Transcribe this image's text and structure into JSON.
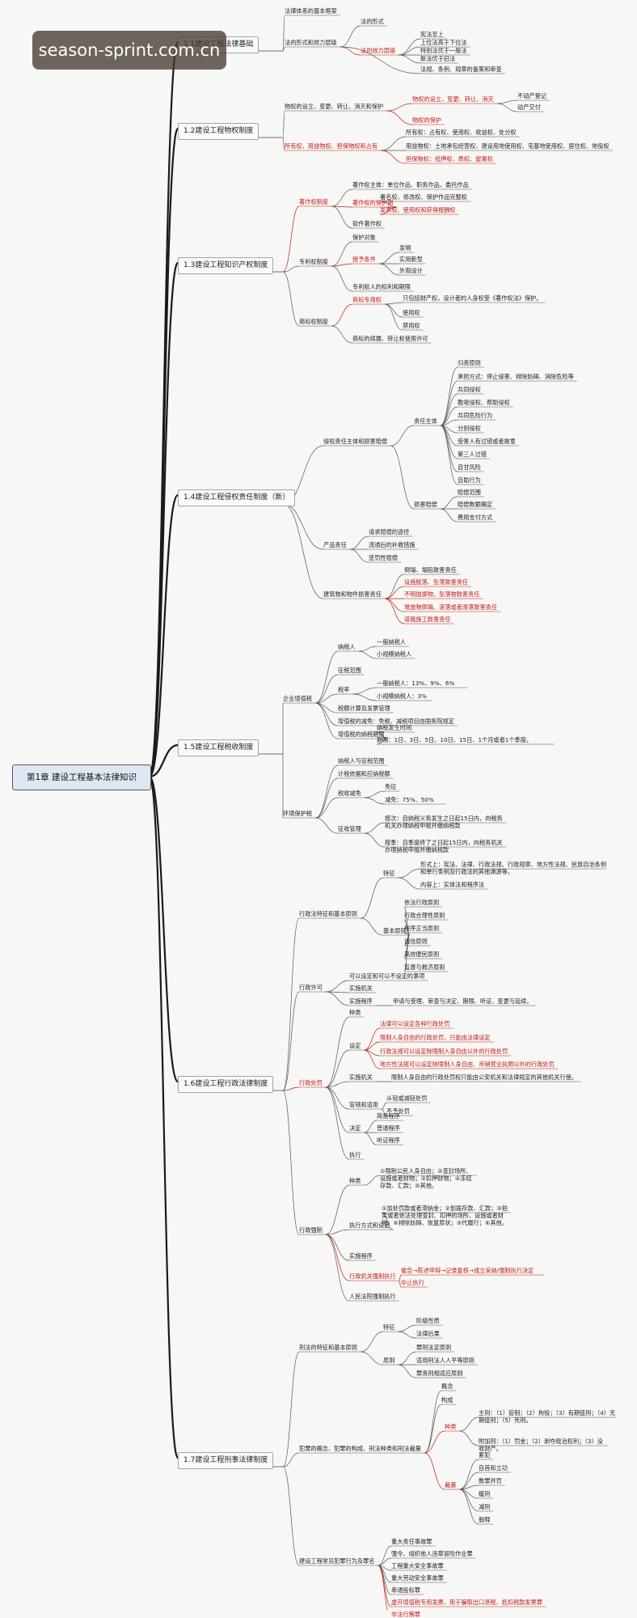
{
  "watermark": "season-sprint.com.cn",
  "root": "第1章  建设工程基本法律知识",
  "branches": [
    {
      "label": "1.1建设工程法律基础",
      "nodes": [
        {
          "t": "法律体系的基本框架"
        },
        {
          "t": "法的形式和效力层级"
        },
        {
          "t": "法的形式"
        },
        {
          "t": "法的效力层级",
          "red": true
        },
        {
          "t": "宪法至上"
        },
        {
          "t": "上位法高于下位法"
        },
        {
          "t": "特别法优于一般法"
        },
        {
          "t": "新法优于旧法"
        },
        {
          "t": "法规、条例、规章的备案和审查"
        }
      ]
    },
    {
      "label": "1.2建设工程物权制度",
      "nodes": [
        {
          "t": "物权的设立、变更、转让、消灭和保护"
        },
        {
          "t": "物权的设立、变更、转让、消灭",
          "red": true
        },
        {
          "t": "不动产登记"
        },
        {
          "t": "动产交付"
        },
        {
          "t": "物权的保护",
          "red": true
        },
        {
          "t": "所有权、用益物权、担保物权和占有",
          "red": true
        },
        {
          "t": "所有权：占有权、使用权、收益权、处分权"
        },
        {
          "t": "用益物权：土地承包经营权、建设用地使用权、宅基地使用权、居住权、地役权"
        },
        {
          "t": "担保物权：抵押权、质权、留置权",
          "red": true
        }
      ]
    },
    {
      "label": "1.3建设工程知识产权制度",
      "nodes": [
        {
          "t": "著作权制度",
          "red": true
        },
        {
          "t": "著作权主体：单位作品、职务作品、委托作品"
        },
        {
          "t": "著作权的保护期",
          "red": true
        },
        {
          "t": "署名权、修改权、保护作品完整权"
        },
        {
          "t": "发表权、使用权和获得报酬权",
          "red": true
        },
        {
          "t": "软件著作权"
        },
        {
          "t": "专利权制度"
        },
        {
          "t": "保护对象"
        },
        {
          "t": "授予条件",
          "red": true
        },
        {
          "t": "发明"
        },
        {
          "t": "实用新型"
        },
        {
          "t": "外观设计"
        },
        {
          "t": "专利权人的权利和期限"
        },
        {
          "t": "商标权制度"
        },
        {
          "t": "商标专用权",
          "red": true
        },
        {
          "t": "只包括财产权，设计者的人身权受《著作权法》保护。"
        },
        {
          "t": "使用权"
        },
        {
          "t": "禁用权"
        },
        {
          "t": "商标的续展、转让和使用许可"
        }
      ]
    },
    {
      "label": "1.4建设工程侵权责任制度（新）",
      "nodes": [
        {
          "t": "侵权责任主体和损害赔偿"
        },
        {
          "t": "责任主体"
        },
        {
          "t": "归责原则"
        },
        {
          "t": "承担方式：停止侵害、排除妨碍、消除危险等"
        },
        {
          "t": "共同侵权"
        },
        {
          "t": "教唆侵权、帮助侵权"
        },
        {
          "t": "共同危险行为"
        },
        {
          "t": "分别侵权"
        },
        {
          "t": "受害人有过错或者故意"
        },
        {
          "t": "第三人过错"
        },
        {
          "t": "自甘风险"
        },
        {
          "t": "自助行为"
        },
        {
          "t": "损害赔偿"
        },
        {
          "t": "赔偿范围"
        },
        {
          "t": "赔偿数额确定"
        },
        {
          "t": "费用支付方式"
        },
        {
          "t": "产品责任"
        },
        {
          "t": "请求赔偿的途径"
        },
        {
          "t": "流通后的补救措施"
        },
        {
          "t": "惩罚性赔偿"
        },
        {
          "t": "建筑物和物件损害责任"
        },
        {
          "t": "倒塌、塌陷致害责任"
        },
        {
          "t": "设施脱落、坠落致害责任",
          "red": true
        },
        {
          "t": "不明抛掷物、坠落物致害责任",
          "red": true
        },
        {
          "t": "堆放物倒塌、滚落或者滑落致害责任",
          "red": true
        },
        {
          "t": "道路施工致害责任",
          "red": true
        }
      ]
    },
    {
      "label": "1.5建设工程税收制度",
      "nodes": [
        {
          "t": "企业增值税"
        },
        {
          "t": "纳税人"
        },
        {
          "t": "一般纳税人"
        },
        {
          "t": "小规模纳税人"
        },
        {
          "t": "征税范围"
        },
        {
          "t": "税率"
        },
        {
          "t": "一般纳税人：13%、9%、6%"
        },
        {
          "t": "小规模纳税人：3%"
        },
        {
          "t": "税额计算及发票管理"
        },
        {
          "t": "增值税的减免：免税、减税项目由国务院规定"
        },
        {
          "t": "增值税的纳税期限"
        },
        {
          "t": "纳税发生时间"
        },
        {
          "t": "期限：1日、3日、5日、10日、15日、1个月或者1个季度。"
        },
        {
          "t": "环境保护税"
        },
        {
          "t": "纳税人与征税范围"
        },
        {
          "t": "计税依据和应纳税额"
        },
        {
          "t": "税收减免"
        },
        {
          "t": "免征"
        },
        {
          "t": "减免：75%、50%"
        },
        {
          "t": "征收管理"
        },
        {
          "t": "按次：自纳税义务发生之日起15日内，向税务机关办理纳税申报并缴纳税款"
        },
        {
          "t": "按季：自季度终了之日起15日内，向税务机关办理纳税申报并缴纳税款"
        }
      ]
    },
    {
      "label": "1.6建设工程行政法律制度",
      "nodes": [
        {
          "t": "行政法特征和基本原则"
        },
        {
          "t": "特征"
        },
        {
          "t": "形式上：宪法、法律、行政法规、行政规章、地方性法规、民族自治条例和单行条例及行政法的其他渊源等。"
        },
        {
          "t": "内容上：实体法和程序法"
        },
        {
          "t": "基本原则"
        },
        {
          "t": "依法行政原则"
        },
        {
          "t": "行政合理性原则"
        },
        {
          "t": "程序正当原则"
        },
        {
          "t": "诚信原则"
        },
        {
          "t": "高效便民原则"
        },
        {
          "t": "监督与救济原则"
        },
        {
          "t": "行政许可"
        },
        {
          "t": "可以设定和可以不设定的事项"
        },
        {
          "t": "实施机关"
        },
        {
          "t": "实施程序"
        },
        {
          "t": "申请与受理、审查与决定、期限、听证、变更与延续。"
        },
        {
          "t": "行政处罚",
          "red": true
        },
        {
          "t": "种类"
        },
        {
          "t": "设定"
        },
        {
          "t": "法律可以设定各种行政处罚",
          "red": true
        },
        {
          "t": "限制人身自由的行政处罚，只能由法律设定",
          "red": true
        },
        {
          "t": "行政法规可以设定除限制人身自由以外的行政处罚",
          "red": true
        },
        {
          "t": "地方性法规可以设定除限制人身自由、吊销营业执照以外的行政处罚",
          "red": true
        },
        {
          "t": "实施机关"
        },
        {
          "t": "限制人身自由的行政处罚权只能由公安机关和法律规定的其他机关行使。"
        },
        {
          "t": "管辖和适用"
        },
        {
          "t": "从轻或减轻处罚"
        },
        {
          "t": "不予处罚"
        },
        {
          "t": "决定"
        },
        {
          "t": "简易程序"
        },
        {
          "t": "普通程序"
        },
        {
          "t": "听证程序"
        },
        {
          "t": "执行"
        },
        {
          "t": "行政强制"
        },
        {
          "t": "种类"
        },
        {
          "t": "①限制公民人身自由；②查封场所、设施或者财物；③扣押财物；④冻结存款、汇款；⑤其他。"
        },
        {
          "t": "执行方式和设定"
        },
        {
          "t": "①加处罚款或者滞纳金；②划拨存款、汇款；③拍卖或者依法处理查封、扣押的场所、设施或者财物；④排除妨碍、恢复原状；⑤代履行；⑥其他。"
        },
        {
          "t": "实施程序"
        },
        {
          "t": "行政机关强制执行",
          "red": true
        },
        {
          "t": "催告→陈述申辩→记录复核→成立采纳/强制执行决定",
          "red": true
        },
        {
          "t": "中止执行",
          "red": true
        },
        {
          "t": "人民法院强制执行"
        }
      ]
    },
    {
      "label": "1.7建设工程刑事法律制度",
      "nodes": [
        {
          "t": "刑法的特征和基本原则"
        },
        {
          "t": "特征"
        },
        {
          "t": "阶级性质"
        },
        {
          "t": "法律后果"
        },
        {
          "t": "原则"
        },
        {
          "t": "罪刑法定原则"
        },
        {
          "t": "适用刑法人人平等原则"
        },
        {
          "t": "罪责刑相适应原则"
        },
        {
          "t": "犯罪的概念、犯罪的构成、刑法种类和刑法裁量"
        },
        {
          "t": "概念"
        },
        {
          "t": "构成"
        },
        {
          "t": "种类",
          "red": true
        },
        {
          "t": "主刑：（1）管制；（2）拘役；（3）有期徒刑；（4）无期徒刑；（5）死刑。"
        },
        {
          "t": "附加刑：（1）罚金；（2）剥夺政治权利；（3）没收财产。"
        },
        {
          "t": "裁量",
          "red": true
        },
        {
          "t": "累犯"
        },
        {
          "t": "自首和立功"
        },
        {
          "t": "数罪并罚"
        },
        {
          "t": "缓刑"
        },
        {
          "t": "减刑"
        },
        {
          "t": "假释"
        },
        {
          "t": "建设工程常见犯罪行为及罪名"
        },
        {
          "t": "重大责任事故罪"
        },
        {
          "t": "强令、组织他人违章冒险作业罪"
        },
        {
          "t": "工程重大安全事故罪"
        },
        {
          "t": "重大劳动安全事故罪"
        },
        {
          "t": "串通投标罪"
        },
        {
          "t": "虚开增值税专用发票、用于骗取出口退税、抵扣税款发票罪",
          "red": true
        },
        {
          "t": "非法行贿罪",
          "red": true
        }
      ]
    }
  ]
}
